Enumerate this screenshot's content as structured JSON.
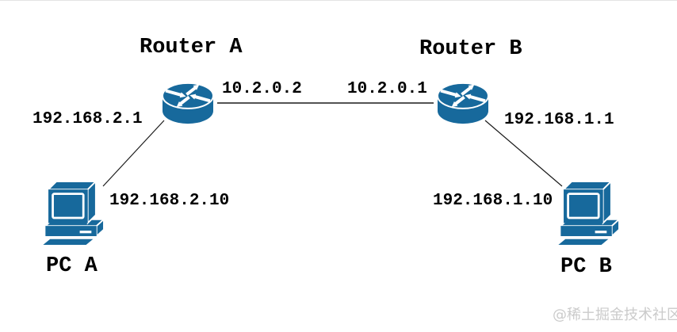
{
  "diagram_type": "network-topology",
  "nodes": {
    "router_a": {
      "label": "Router A",
      "icon": "router-icon"
    },
    "router_b": {
      "label": "Router B",
      "icon": "router-icon"
    },
    "pc_a": {
      "label": "PC A",
      "icon": "pc-icon"
    },
    "pc_b": {
      "label": "PC B",
      "icon": "pc-icon"
    }
  },
  "ips": {
    "router_a_lan": "192.168.2.1",
    "router_a_wan": "10.2.0.2",
    "router_b_wan": "10.2.0.1",
    "router_b_lan": "192.168.1.1",
    "pc_a": "192.168.2.10",
    "pc_b": "192.168.1.10"
  },
  "links": [
    {
      "from": "router_a",
      "to": "router_b",
      "from_ip": "10.2.0.2",
      "to_ip": "10.2.0.1"
    },
    {
      "from": "router_a",
      "to": "pc_a",
      "router_ip": "192.168.2.1",
      "pc_ip": "192.168.2.10"
    },
    {
      "from": "router_b",
      "to": "pc_b",
      "router_ip": "192.168.1.1",
      "pc_ip": "192.168.1.10"
    }
  ],
  "watermark": "@稀土掘金技术社区",
  "colors": {
    "icon_blue": "#17699C",
    "text_color": "#000000",
    "line_color": "#1a1a1a",
    "watermark_color": "#cbcbcb"
  }
}
